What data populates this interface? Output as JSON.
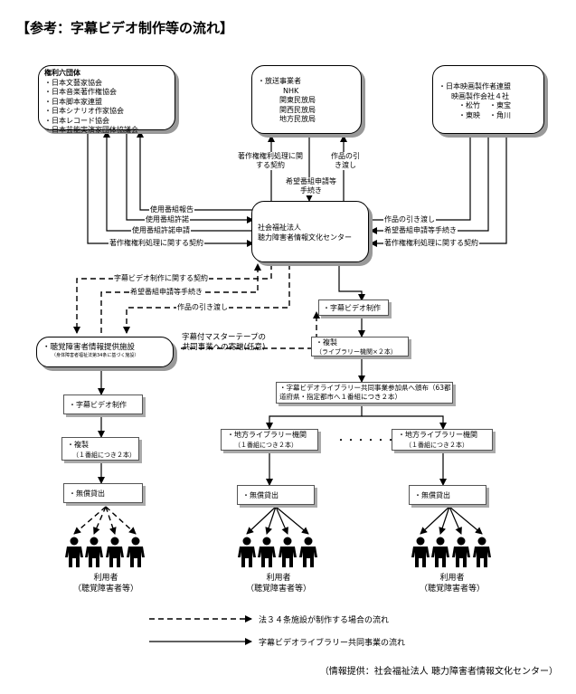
{
  "title": "【参考：字幕ビデオ制作等の流れ】",
  "rights_box": {
    "heading": "権利六団体",
    "items": [
      "・日本文藝家協会",
      "・日本音楽著作権協会",
      "・日本脚本家連盟",
      "・日本シナリオ作家協会",
      "・日本レコード協会",
      "・日本芸能実演家団体協議会"
    ]
  },
  "broadcast_box": {
    "lines": [
      "・放送事業者",
      "NHK",
      "関東民放局",
      "関西民放局",
      "地方民放局"
    ]
  },
  "film_box": {
    "lines": [
      "・日本映画製作者連盟",
      "映画製作会社４社"
    ],
    "companies": [
      "・松竹",
      "・東宝",
      "・東映",
      "・角川"
    ]
  },
  "center_box": {
    "line1": "社会福祉法人",
    "line2": "聴力障害者情報文化センター"
  },
  "facility_box": {
    "name": "・聴覚障害者情報提供施設",
    "note": "（身体障害者福祉法第34条に基づく施設）"
  },
  "labels": {
    "rights_contract_top": "著作権権利処理に関する契約",
    "application_top": "希望番組申請等手続き",
    "delivery_top": "作品の引き渡し",
    "usage_report": "使用番組報告",
    "usage_permit": "使用番組許諾",
    "usage_permit_app": "使用番組許諾申請",
    "rights_contract_left": "著作権権利処理に関する契約",
    "delivery_right": "作品の引き渡し",
    "application_right": "希望番組申請等手続き",
    "rights_contract_right": "著作権権利処理に関する契約",
    "subtitle_contract": "字幕ビデオ制作に関する契約",
    "application_dashed": "希望番組申請等手続き",
    "delivery_dashed": "作品の引き渡し",
    "donation": "字幕付マスターテープの\n共同事業への寄贈(任意)"
  },
  "right_flow": {
    "production": "・字幕ビデオ制作",
    "copy_title": "・複製",
    "copy_note": "（ライブラリー機関×２本）",
    "library_dist": "・字幕ビデオライブラリー共同事業参加県へ頒布（63都\n道府県・指定都市へ１番組につき２本）",
    "library_a_title": "・地方ライブラリー機関",
    "library_a_note": "（１番組につき２本）",
    "dots": "・・・・・・",
    "library_b_title": "・地方ライブラリー機関",
    "library_b_note": "（１番組につき２本）",
    "lend_a": "・無償貸出",
    "lend_b": "・無償貸出"
  },
  "left_flow": {
    "production": "・字幕ビデオ制作",
    "copy_title": "・複製",
    "copy_note": "（１番組につき２本）",
    "lend": "・無償貸出"
  },
  "users": [
    {
      "line1": "利用者",
      "line2": "（聴覚障害者等）"
    },
    {
      "line1": "利用者",
      "line2": "（聴覚障害者等）"
    },
    {
      "line1": "利用者",
      "line2": "（聴覚障害者等）"
    }
  ],
  "legend": {
    "dashed": "法３４条施設が制作する場合の流れ",
    "solid": "字幕ビデオライブラリー共同事業の流れ"
  },
  "credit": "（情報提供：社会福祉法人 聴力障害者情報文化センター）"
}
